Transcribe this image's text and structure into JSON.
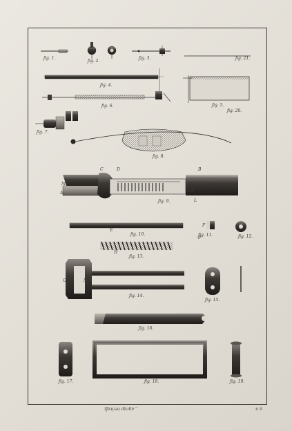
{
  "plate": {
    "footer_text": "ʔʃɐɹᴉɹəɹ ɗɐɹɦɐ ‘’",
    "plate_number": "℗ ⅱ"
  },
  "figures": [
    {
      "id": "f1",
      "label": "ƒig. 1."
    },
    {
      "id": "f2",
      "label": "ƒig. 2."
    },
    {
      "id": "f3",
      "label": "ƒig. 3."
    },
    {
      "id": "f4",
      "label": "ƒig. 4."
    },
    {
      "id": "f5",
      "label": "ƒig. 5."
    },
    {
      "id": "f6",
      "label": "ƒig. 6."
    },
    {
      "id": "f7",
      "label": "ƒig. 7."
    },
    {
      "id": "f8",
      "label": "ƒig. 8."
    },
    {
      "id": "f9",
      "label": "ƒig. 9."
    },
    {
      "id": "f10",
      "label": "ƒig. 10."
    },
    {
      "id": "f11",
      "label": "ƒig. 11."
    },
    {
      "id": "f12",
      "label": "ƒig. 12."
    },
    {
      "id": "f13",
      "label": "ƒig. 13."
    },
    {
      "id": "f14",
      "label": "ƒig. 14."
    },
    {
      "id": "f15",
      "label": "ƒig. 15."
    },
    {
      "id": "f16",
      "label": "ƒig. 16."
    },
    {
      "id": "f17",
      "label": "ƒig. 17."
    },
    {
      "id": "f18",
      "label": "ƒig. 18."
    },
    {
      "id": "f19",
      "label": "ƒig. 19."
    },
    {
      "id": "f20",
      "label": "ƒig. 20."
    },
    {
      "id": "f21",
      "label": "ƒig. 21."
    }
  ],
  "letters": [
    "A",
    "B",
    "C",
    "D",
    "E",
    "F",
    "G",
    "H",
    "K",
    "L",
    "M",
    "N",
    "O",
    "P"
  ]
}
